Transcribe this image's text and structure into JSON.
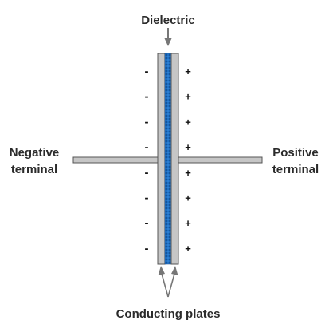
{
  "diagram": {
    "labels": {
      "dielectric": "Dielectric",
      "negative_terminal_line1": "Negative",
      "negative_terminal_line2": "terminal",
      "positive_terminal_line1": "Positive",
      "positive_terminal_line2": "terminal",
      "conducting_plates": "Conducting plates"
    },
    "charges": {
      "negative_symbol": "-",
      "positive_symbol": "+",
      "count_per_side": 8
    },
    "colors": {
      "plate": "#c6c6c6",
      "plate_outline": "#555555",
      "dielectric": "#1f6fc2",
      "dielectric_dark": "#0d3f7a",
      "terminal": "#c6c6c6",
      "arrow": "#777777",
      "text": "#2b2b2b"
    }
  }
}
